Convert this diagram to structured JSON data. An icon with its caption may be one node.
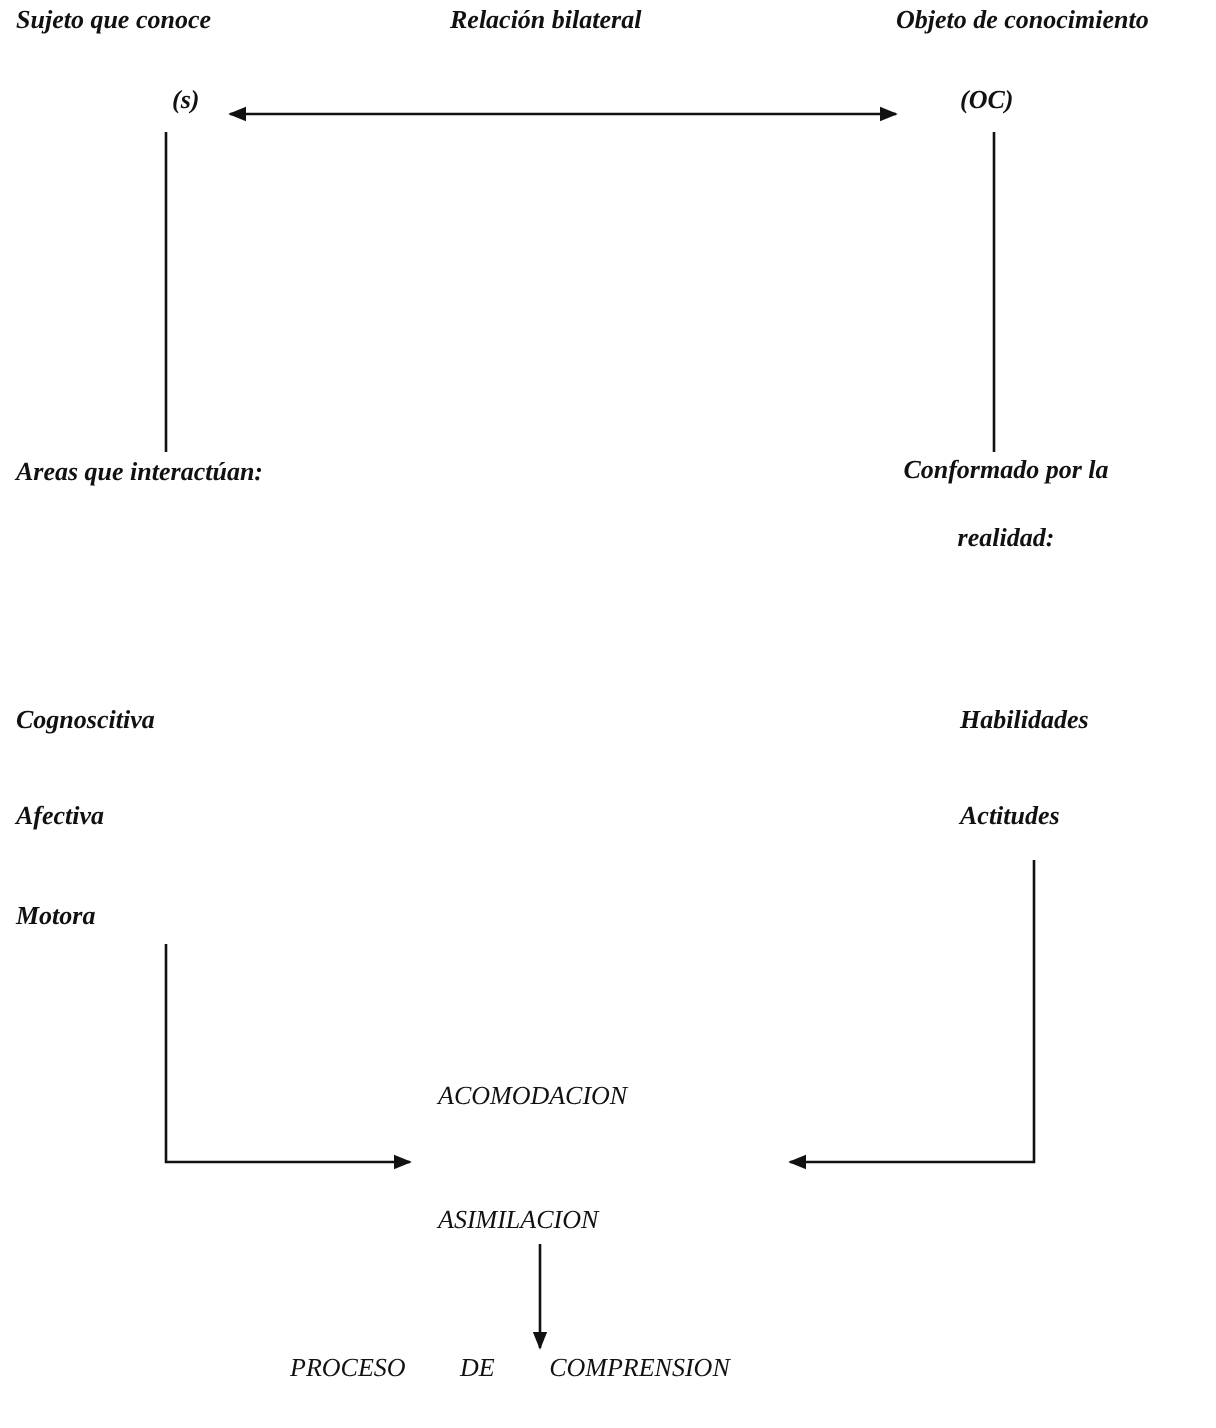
{
  "diagram": {
    "nodes": [
      {
        "text": [
          "Sujeto que conoce",
          "(s)"
        ]
      },
      {
        "text": [
          "Objeto de conocimiento",
          "(OC)"
        ]
      },
      {
        "text": [
          "Areas que interactúan:"
        ]
      },
      {
        "text": [
          "Conformado por la realidad:"
        ]
      },
      {
        "text": [
          "Cognoscitiva",
          "Afectiva",
          "Motora"
        ]
      },
      {
        "text": [
          "Habilidades",
          "Actitudes"
        ]
      },
      {
        "text": [
          "ACOMODACION",
          "ASIMILACION"
        ]
      },
      {
        "text": [
          "PROCESO DE COMPRENSION"
        ]
      }
    ],
    "edges": [
      {
        "from": 0,
        "to": 1,
        "arrow": "both"
      },
      {
        "from": 0,
        "to": 2,
        "arrow": "none"
      },
      {
        "from": 1,
        "to": 3,
        "arrow": "none"
      },
      {
        "from": 4,
        "to": 6,
        "arrow": "to"
      },
      {
        "from": 5,
        "to": 6,
        "arrow": "to"
      },
      {
        "from": 6,
        "to": 7,
        "arrow": "to"
      }
    ],
    "labels": [
      "Relación bilateral"
    ]
  }
}
